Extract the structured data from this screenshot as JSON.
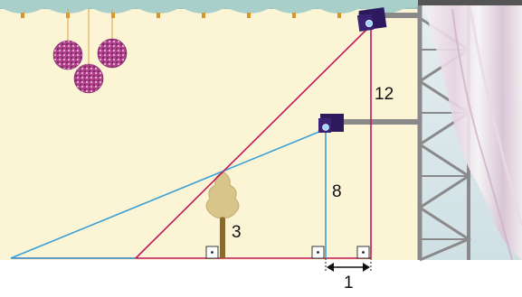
{
  "labels": {
    "tree_height": "3",
    "low_light_height": "8",
    "high_light_height": "12",
    "light_spacing": "1"
  },
  "colors": {
    "wall": "#fbf5d6",
    "floor": "#ffffff",
    "blue_ray": "#3aa0d8",
    "magenta_ray": "#c2185b",
    "truss": "#8a8a8a",
    "spotlight": "#3a1f6b",
    "disco_ball": "#b0418a",
    "tree_canopy": "#d8c58a",
    "tree_trunk": "#8a6a2a",
    "curtain_top": "#9fc7c2"
  },
  "icons": [
    "disco-ball-icon",
    "spotlight-icon",
    "tree-icon",
    "curtain-icon",
    "right-angle-icon",
    "double-arrow-icon"
  ]
}
